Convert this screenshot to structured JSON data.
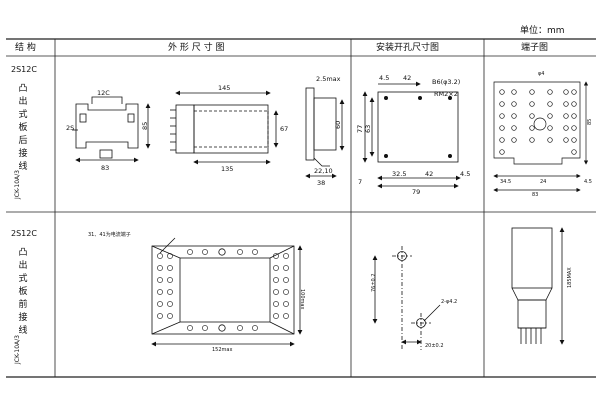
{
  "unit_label": "单位：mm",
  "headers": {
    "structure": "结 构",
    "outline": "外 形 尺 寸 图",
    "cutout": "安装开孔尺寸图",
    "terminal": "端子图"
  },
  "rows": [
    {
      "code": "2S12C",
      "text": "凸出式板后接线",
      "model": "JCK-10A/3"
    },
    {
      "code": "2S12C",
      "text": "凸出式板前接线",
      "model": "JCK-10A/3"
    }
  ],
  "row1": {
    "label_12c": "12C",
    "label_2s": "2S",
    "dim_83": "83",
    "dim_85": "85",
    "dim_145": "145",
    "dim_135": "135",
    "dim_67": "67",
    "dim_2_5max": "2.5max",
    "dim_60": "60",
    "dim_22_10": "22,10",
    "dim_38": "38",
    "dim_4_5a": "4.5",
    "dim_42a": "42",
    "dim_b6": "B6(φ3.2)",
    "dim_rm": "RM2×2",
    "dim_77": "77",
    "dim_63": "63",
    "dim_7": "7",
    "dim_32_5": "32.5",
    "dim_42b": "42",
    "dim_4_5b": "4.5",
    "dim_79": "79",
    "term_phi4": "φ4",
    "term_85": "85",
    "term_34_5": "34.5",
    "term_24": "24",
    "term_83": "83",
    "term_4_5": "4.5"
  },
  "row2": {
    "note": "31、41为电流端子",
    "dim_100max": "100max",
    "dim_152max": "152max",
    "dim_76": "76±0.2",
    "dim_hole": "2-φ4.2",
    "dim_20": "20±0.2",
    "dim_185max": "185MAX"
  }
}
